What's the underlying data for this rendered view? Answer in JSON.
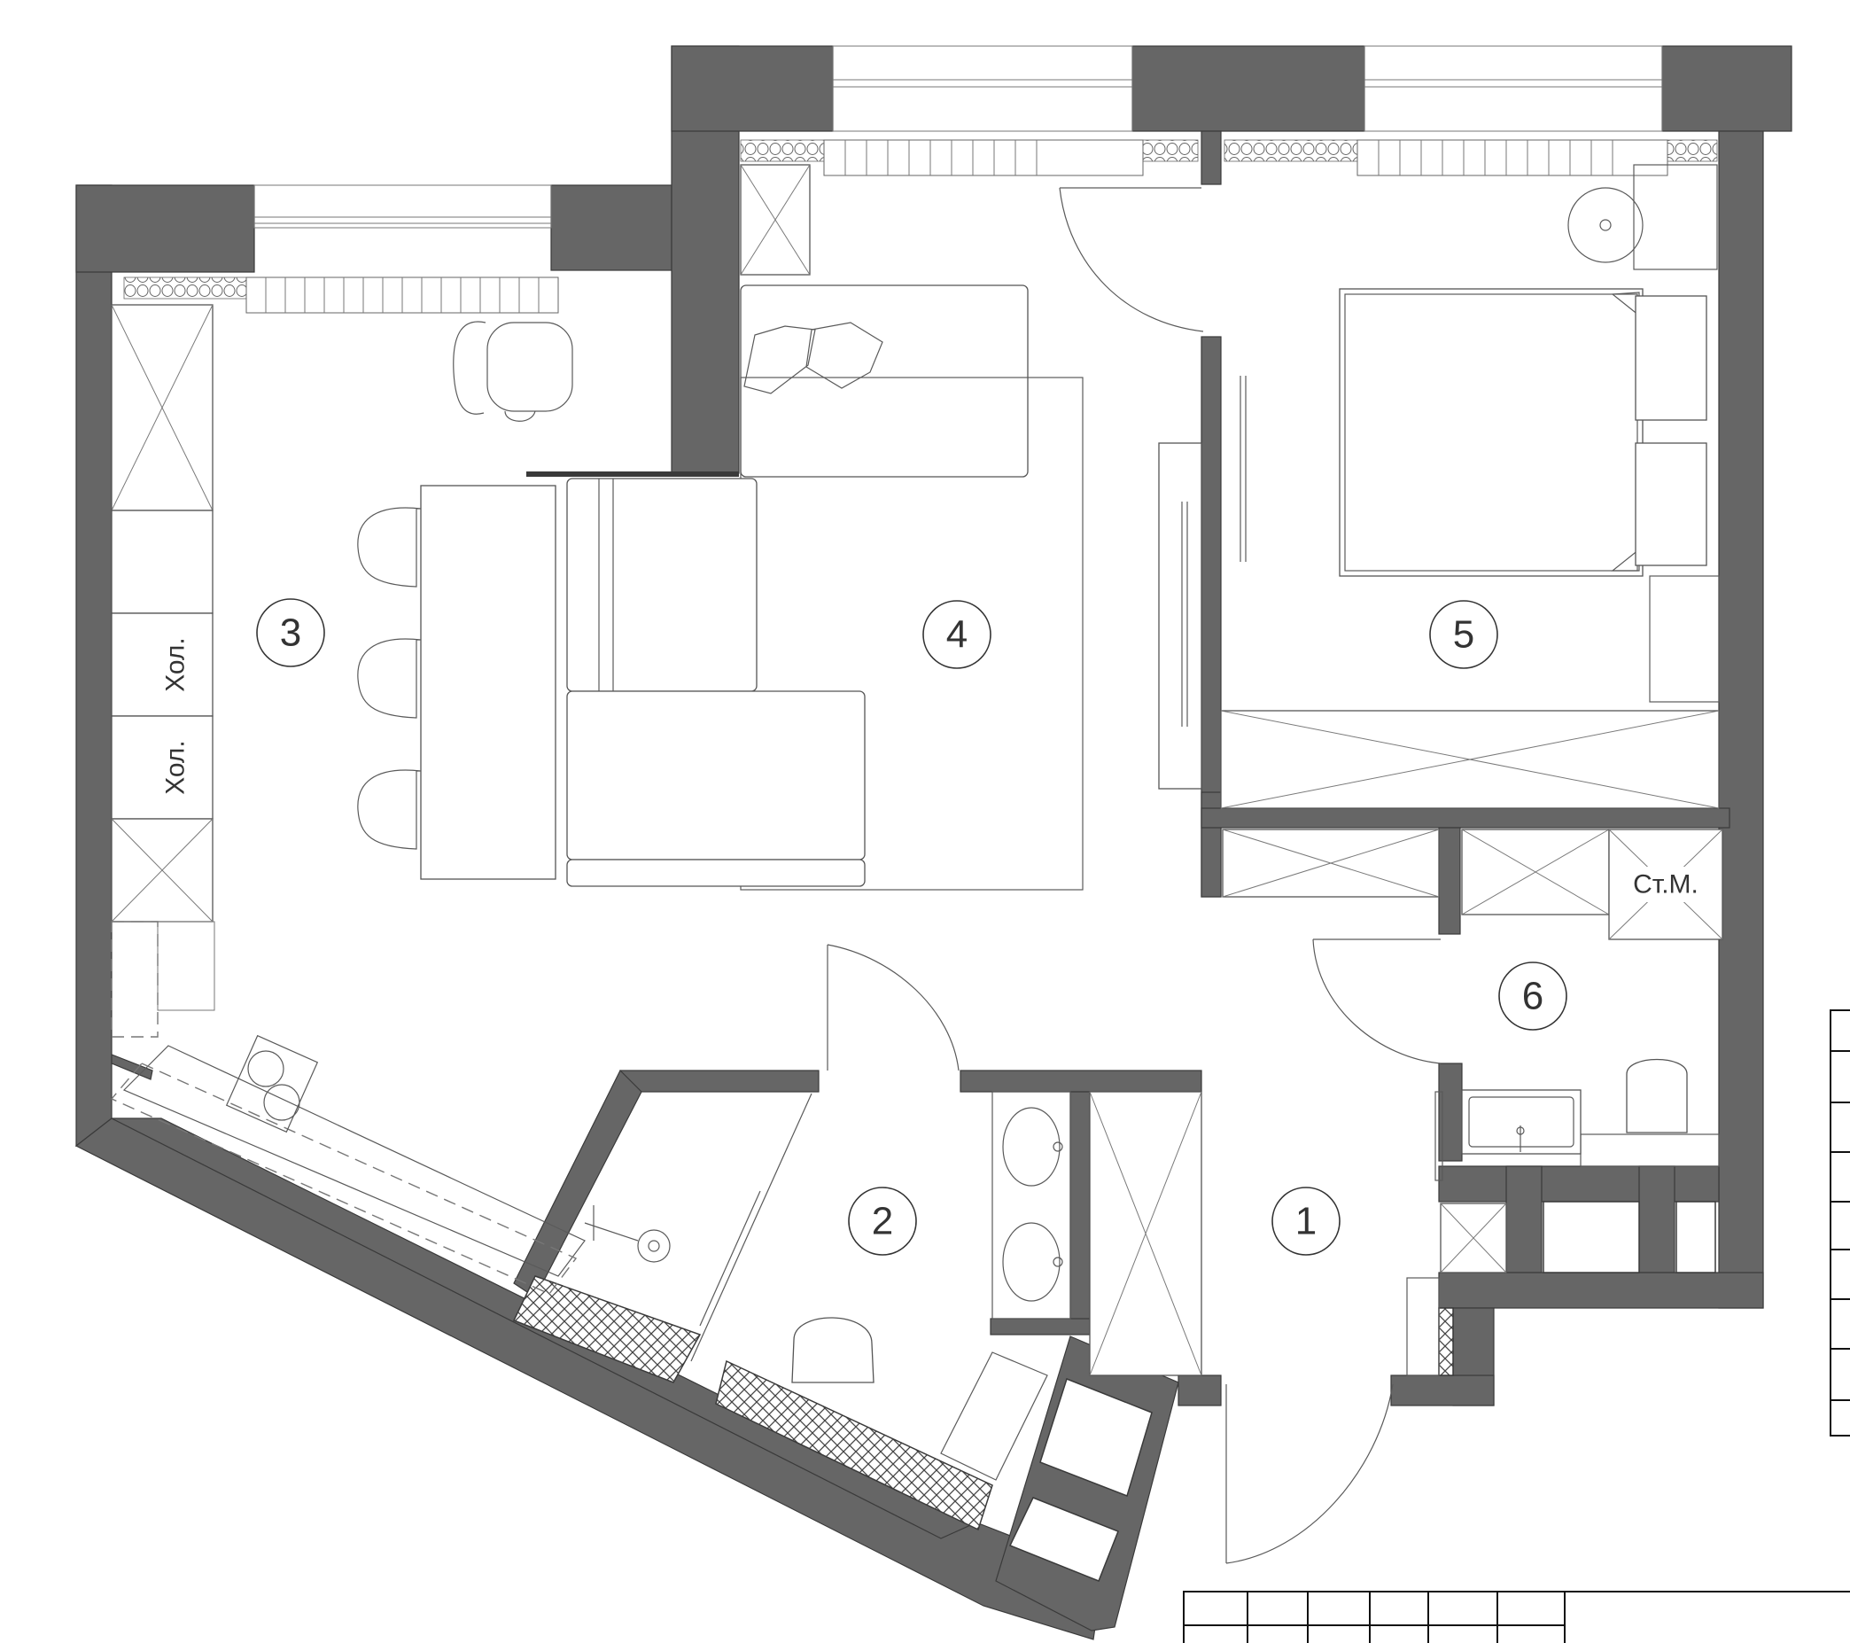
{
  "rooms": [
    {
      "num": "1"
    },
    {
      "num": "2"
    },
    {
      "num": "3"
    },
    {
      "num": "4"
    },
    {
      "num": "5"
    },
    {
      "num": "6"
    }
  ],
  "labels": {
    "fridge_1": "Хол.",
    "fridge_2": "Хол.",
    "washer": "Ст.М."
  },
  "colors": {
    "wall": "#666666",
    "line": "#555555",
    "text": "#333333"
  }
}
